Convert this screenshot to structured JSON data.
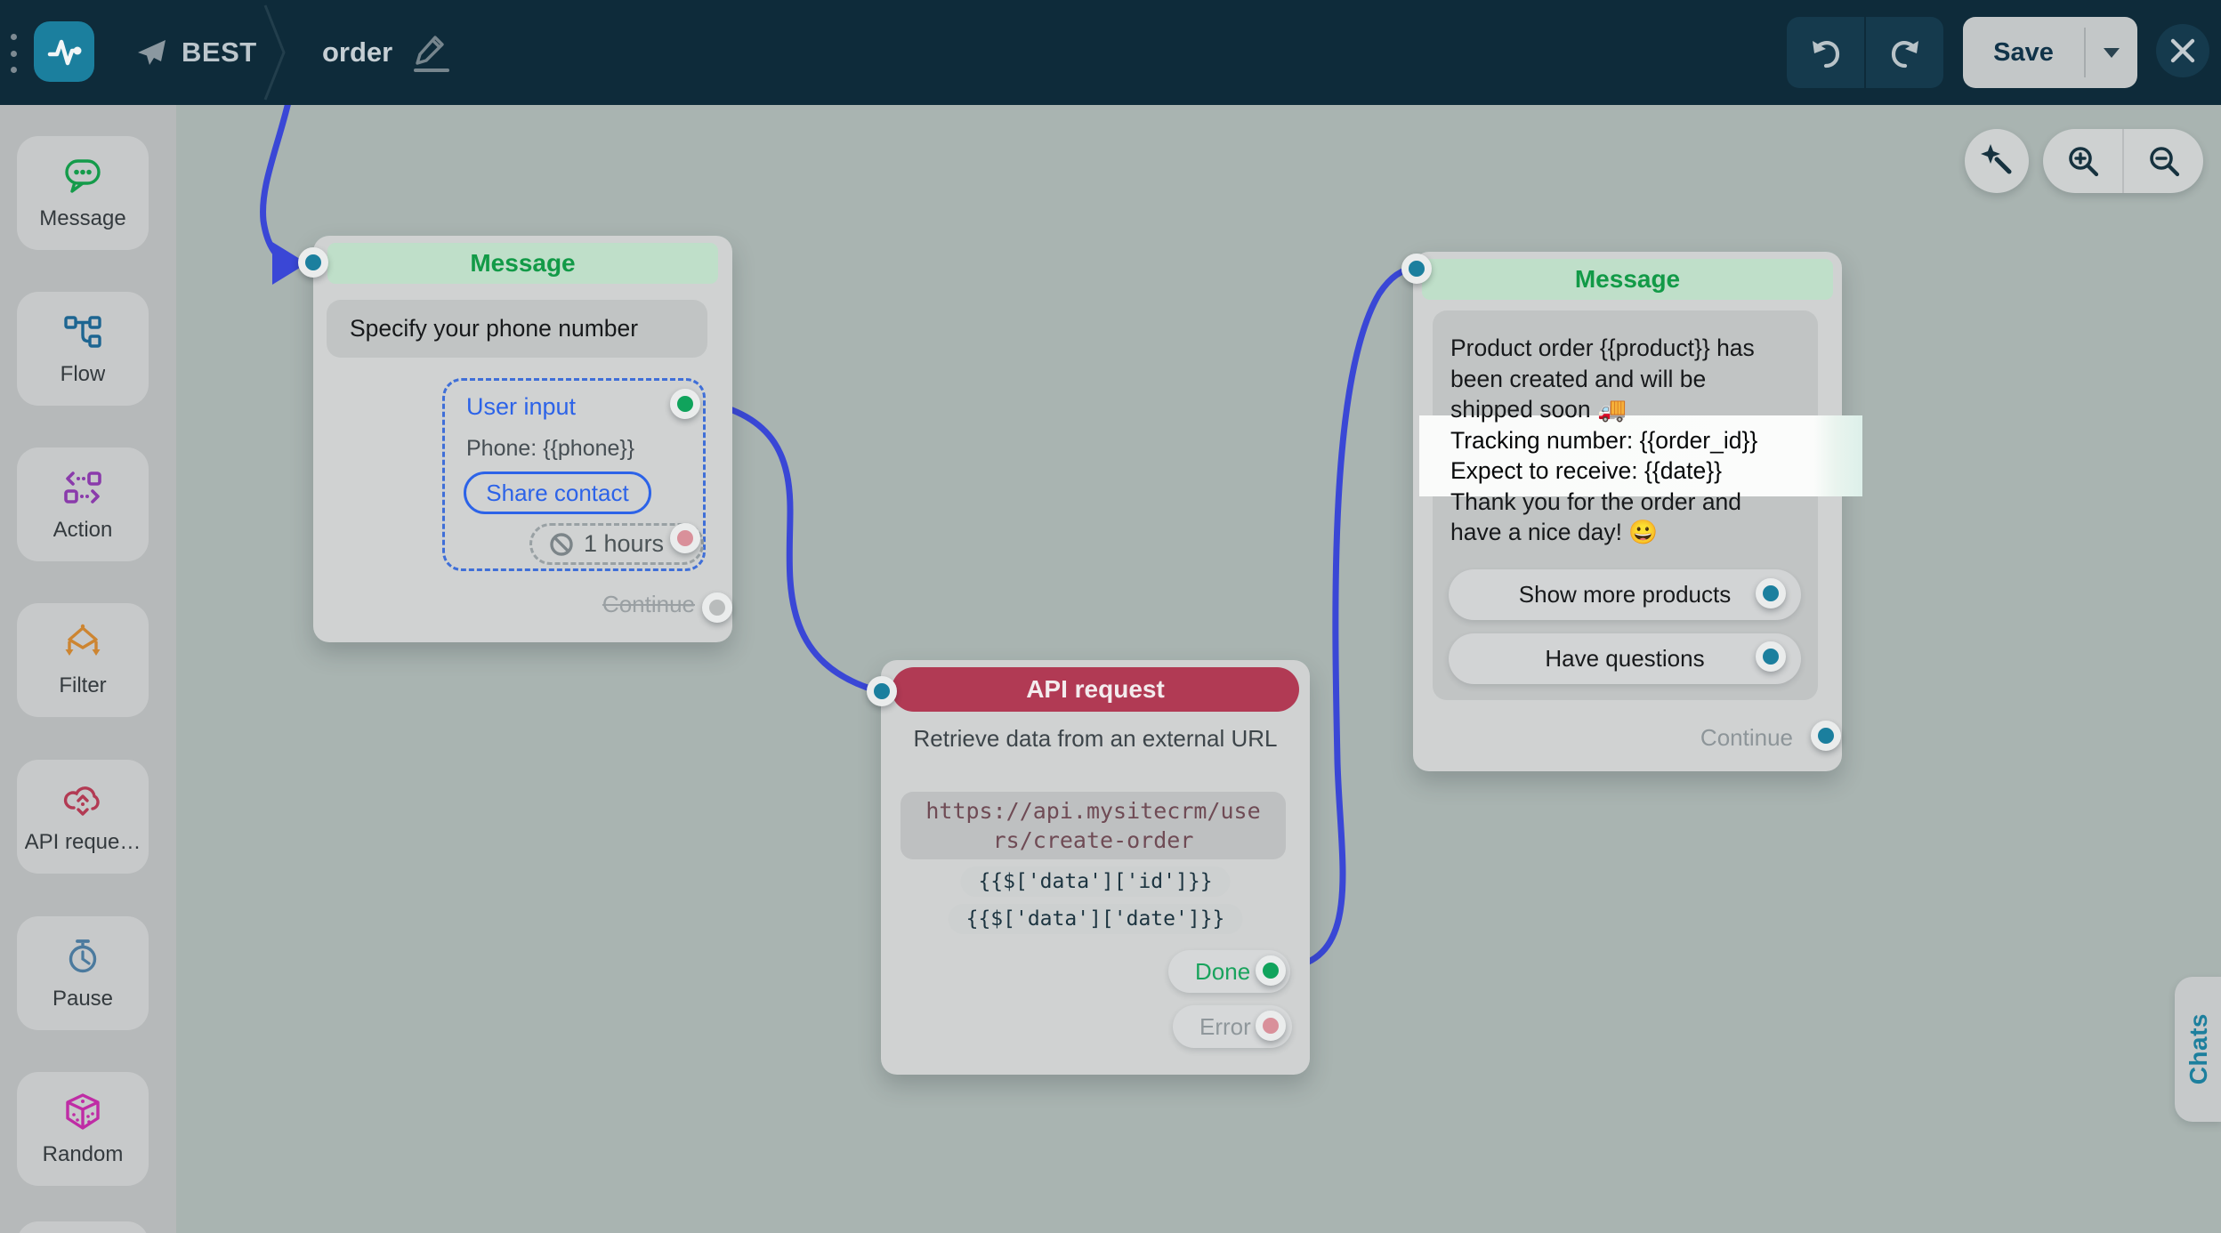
{
  "topbar": {
    "bot_name": "BEST",
    "flow_title": "order",
    "save_label": "Save"
  },
  "sidebar": {
    "items": [
      {
        "label": "Message",
        "color": "#149b4a"
      },
      {
        "label": "Flow",
        "color": "#1d6591"
      },
      {
        "label": "Action",
        "color": "#8a3bab"
      },
      {
        "label": "Filter",
        "color": "#cd8531"
      },
      {
        "label": "API reque…",
        "color": "#b23a53"
      },
      {
        "label": "Pause",
        "color": "#4b7a9e"
      },
      {
        "label": "Random",
        "color": "#bf2ca5"
      }
    ]
  },
  "nodes": {
    "message1": {
      "header": "Message",
      "text": "Specify your phone number",
      "user_input": {
        "title": "User input",
        "field": "Phone: {{phone}}",
        "button": "Share contact",
        "timeout": "1 hours"
      },
      "continue_label": "Continue"
    },
    "api_request": {
      "header": "API request",
      "description": "Retrieve data from an external URL",
      "url": "https://api.mysitecrm/users/create-order",
      "mappings": [
        "{{$['data']['id']}}",
        "{{$['data']['date']}}"
      ],
      "done_label": "Done",
      "error_label": "Error"
    },
    "message2": {
      "header": "Message",
      "lines": [
        "Product order {{product}} has",
        "been created and will be",
        "shipped soon 🚚",
        "Tracking number: {{order_id}}",
        "Expect to receive: {{date}}",
        "Thank you for the order and",
        "have a nice day!  😀"
      ],
      "buttons": [
        "Show more products",
        "Have questions"
      ],
      "continue_label": "Continue"
    }
  },
  "panel": {
    "chats_label": "Chats"
  },
  "colors": {
    "topbar_bg": "#0e2b3a",
    "canvas_bg": "#a9b4b1",
    "accent_teal": "#1b7f9e",
    "edge_blue": "#3a47d6",
    "header_green_text": "#129a47",
    "crimson": "#b13a54",
    "port_green": "#10a35c",
    "port_pink": "#d9909a",
    "highlight": "#fafbfa"
  }
}
